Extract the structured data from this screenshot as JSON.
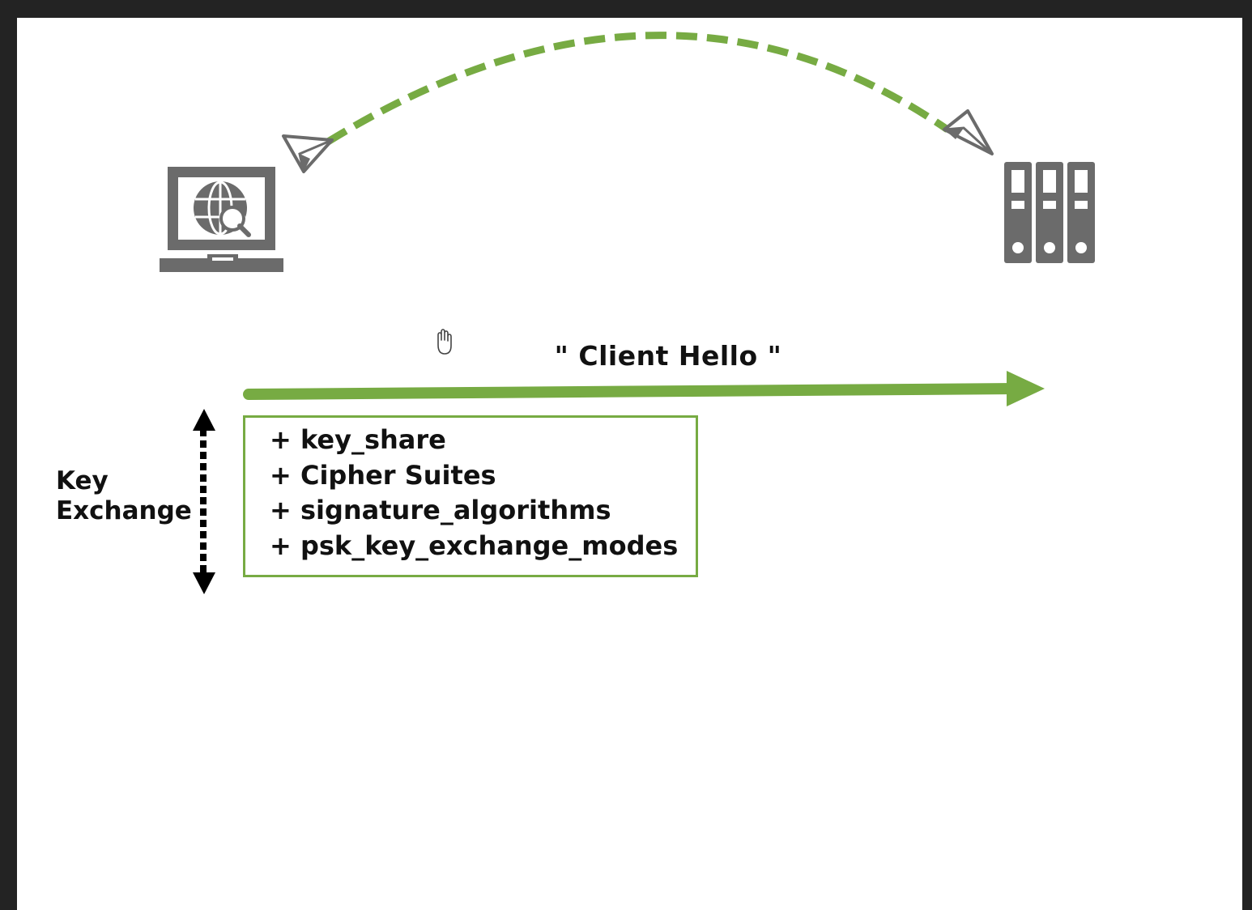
{
  "diagram": {
    "message_label": "\" Client Hello \"",
    "extensions": [
      "+ key_share",
      "+ Cipher Suites",
      "+ signature_algorithms",
      "+ psk_key_exchange_modes"
    ],
    "key_exchange_label": {
      "line1": "Key",
      "line2": "Exchange"
    }
  },
  "icons": {
    "client": "laptop-globe-search-icon",
    "server": "server-rack-icon",
    "sender": "paper-plane-icon",
    "receiver": "paper-plane-icon",
    "cursor": "hand-cursor-icon"
  },
  "colors": {
    "accent_green": "#77ab43",
    "icon_gray": "#6b6b6b",
    "text": "#111111",
    "frame": "#232323"
  }
}
